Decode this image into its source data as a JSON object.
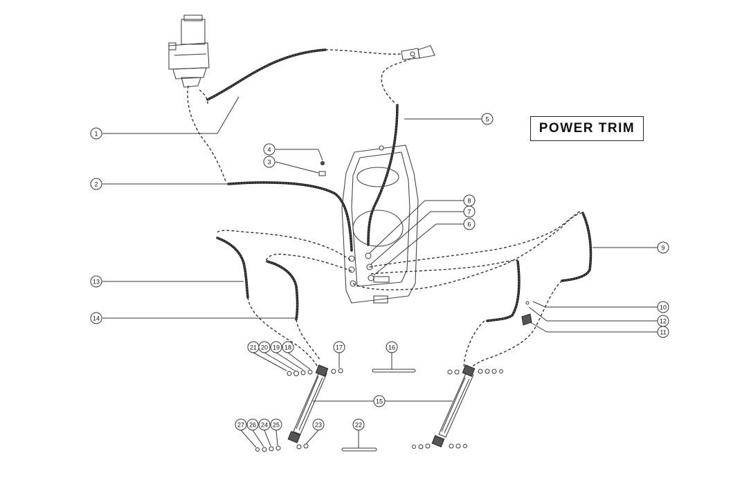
{
  "title": "POWER TRIM",
  "callouts": [
    "1",
    "2",
    "3",
    "4",
    "5",
    "6",
    "7",
    "8",
    "9",
    "10",
    "11",
    "12",
    "13",
    "14",
    "15",
    "16",
    "17",
    "18",
    "19",
    "20",
    "21",
    "22",
    "23",
    "24",
    "25",
    "26",
    "27"
  ]
}
